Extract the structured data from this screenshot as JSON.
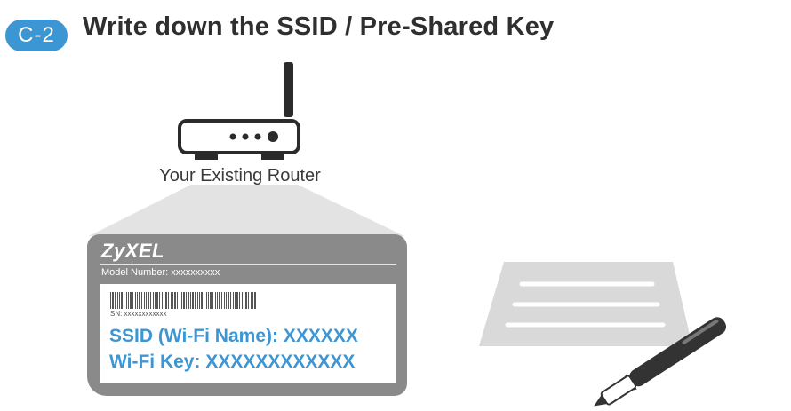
{
  "colors": {
    "accent": "#3d96d4",
    "router_outline": "#2b2b2b",
    "card": "#8a8a8a",
    "paper": "#d9d9d9",
    "pen": "#333333"
  },
  "step": {
    "badge": "C-2",
    "title": "Write down the SSID / Pre-Shared Key"
  },
  "router": {
    "caption": "Your Existing Router"
  },
  "label_card": {
    "brand": "ZyXEL",
    "model_number": "Model Number: xxxxxxxxxx",
    "serial_number": "SN: xxxxxxxxxxxx",
    "ssid": "SSID (Wi-Fi Name): XXXXXX",
    "wifi_key": "Wi-Fi Key: XXXXXXXXXXXX"
  },
  "icons": {
    "router": "router-icon",
    "paper": "paper-note-icon",
    "pen": "pen-icon"
  }
}
